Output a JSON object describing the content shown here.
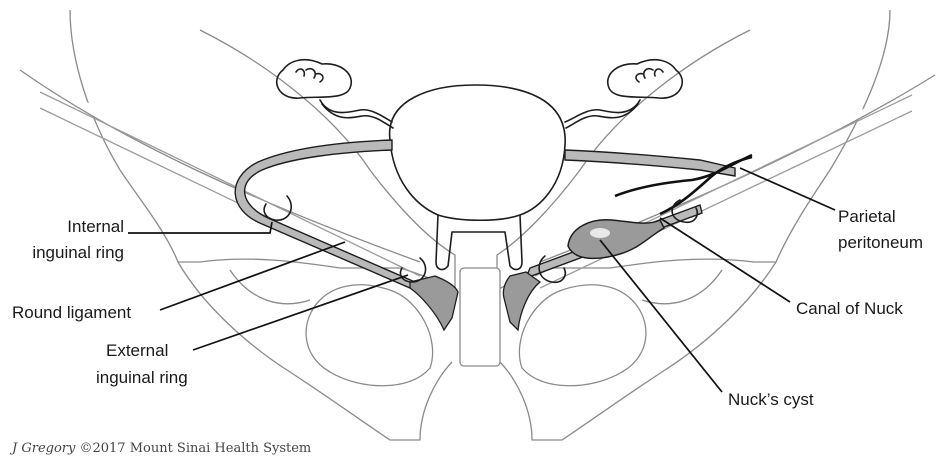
{
  "labels": {
    "internal_ring_line1": "Internal",
    "internal_ring_line2": "inguinal ring",
    "round_ligament": "Round ligament",
    "external_ring_line1": "External",
    "external_ring_line2": "inguinal ring",
    "parietal_line1": "Parietal",
    "parietal_line2": "peritoneum",
    "canal_of_nuck": "Canal of Nuck",
    "nucks_cyst": "Nuck’s cyst"
  },
  "credit": {
    "author": "J Gregory",
    "rights": " ©2017 Mount Sinai Health System"
  },
  "colors": {
    "ligament": "#b9b9b9",
    "cyst": "#9a9a9a",
    "bone_outline": "#8a8a8a",
    "ink": "#1d1d1d"
  }
}
